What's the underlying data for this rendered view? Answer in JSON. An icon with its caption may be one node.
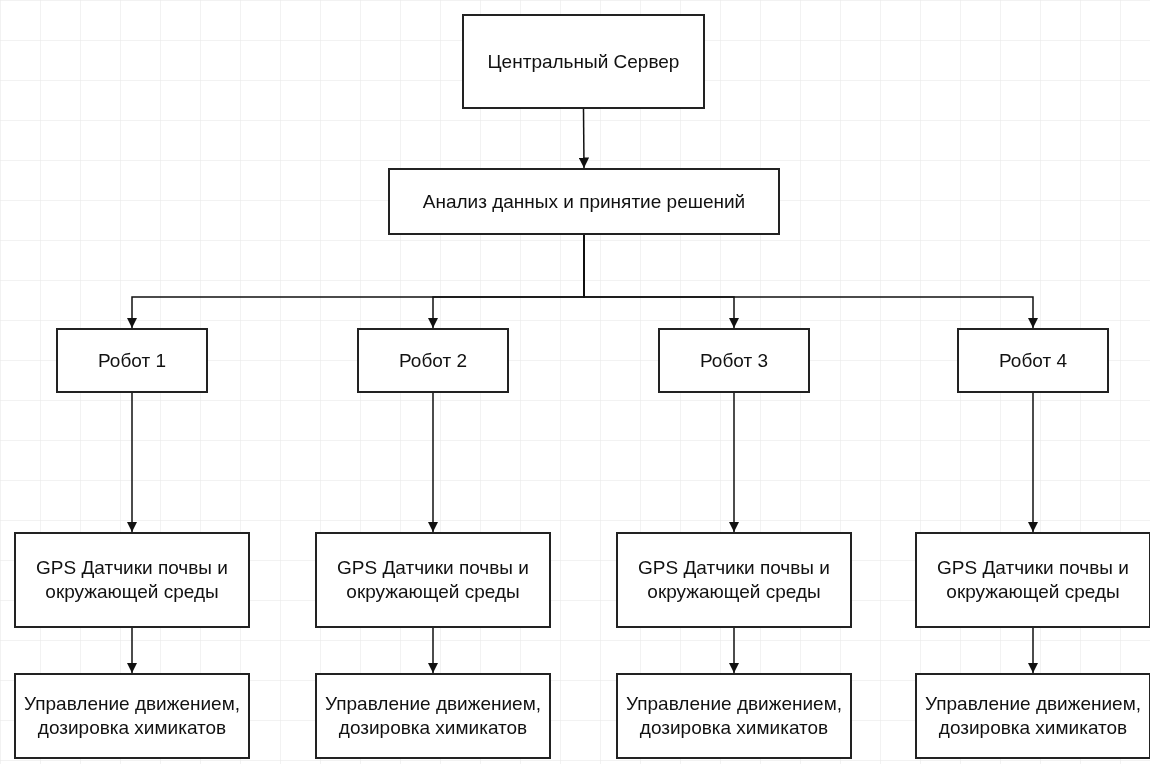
{
  "diagram": {
    "nodes": [
      {
        "text": [
          "Центральный Сервер"
        ]
      },
      {
        "text": [
          "Анализ данных и принятие решений"
        ]
      },
      {
        "text": [
          "Робот 1"
        ]
      },
      {
        "text": [
          "Робот 2"
        ]
      },
      {
        "text": [
          "Робот 3"
        ]
      },
      {
        "text": [
          "Робот 4"
        ]
      },
      {
        "text": [
          "GPS Датчики почвы и окружающей среды"
        ]
      },
      {
        "text": [
          "GPS Датчики почвы и окружающей среды"
        ]
      },
      {
        "text": [
          "GPS Датчики почвы и окружающей среды"
        ]
      },
      {
        "text": [
          "GPS Датчики почвы и окружающей среды"
        ]
      },
      {
        "text": [
          "Управление движением, дозировка химикатов"
        ]
      },
      {
        "text": [
          "Управление движением, дозировка химикатов"
        ]
      },
      {
        "text": [
          "Управление движением, дозировка химикатов"
        ]
      },
      {
        "text": [
          "Управление движением, дозировка химикатов"
        ]
      }
    ],
    "edges": [
      {
        "from": 0,
        "to": 1,
        "arrow": "to"
      },
      {
        "from": 1,
        "to": 2,
        "arrow": "to"
      },
      {
        "from": 1,
        "to": 3,
        "arrow": "to"
      },
      {
        "from": 1,
        "to": 4,
        "arrow": "to"
      },
      {
        "from": 1,
        "to": 5,
        "arrow": "to"
      },
      {
        "from": 2,
        "to": 6,
        "arrow": "to"
      },
      {
        "from": 3,
        "to": 7,
        "arrow": "to"
      },
      {
        "from": 4,
        "to": 8,
        "arrow": "to"
      },
      {
        "from": 5,
        "to": 9,
        "arrow": "to"
      },
      {
        "from": 6,
        "to": 10,
        "arrow": "to"
      },
      {
        "from": 7,
        "to": 11,
        "arrow": "to"
      },
      {
        "from": 8,
        "to": 12,
        "arrow": "to"
      },
      {
        "from": 9,
        "to": 13,
        "arrow": "to"
      }
    ]
  }
}
